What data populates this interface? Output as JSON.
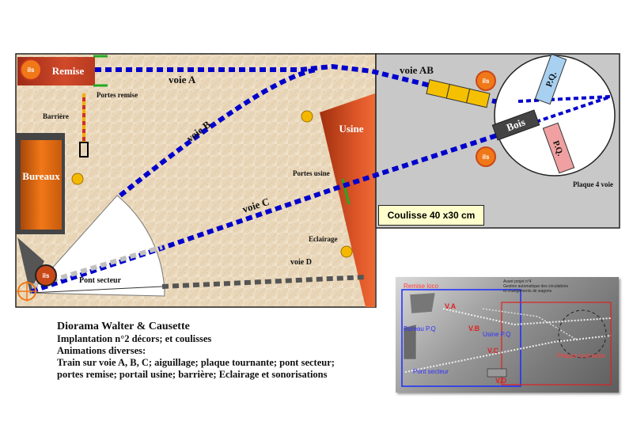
{
  "labels": {
    "remise": "Remise",
    "portes_remise": "Portes remise",
    "voie_a": "voie A",
    "voie_b": "voie B",
    "voie_c": "voie C",
    "voie_d": "voie D",
    "voie_ab": "voie AB",
    "barriere": "Barrière",
    "bureaux": "Bureaux",
    "usine": "Usine",
    "portes_usine": "Portes usine",
    "eclairage": "Eclairage",
    "pont_secteur": "Pont secteur",
    "bois": "Bois",
    "pq1": "P.Q.",
    "pq2": "P.Q.",
    "plaque": "Plaque 4 voie",
    "ils": "ils"
  },
  "coulisse": "Coulisse 40 x30 cm",
  "caption": {
    "title": "Diorama Walter & Causette",
    "line1": "Implantation  n°2  décors; et coulisses",
    "line2": "Animations diverses:",
    "line3": "Train sur voie A, B, C; aiguillage; plaque tournante; pont secteur;",
    "line4": "portes remise; portail usine; barrière; Eclairage et sonorisations"
  },
  "photo": {
    "note1": "Avant projet n°4",
    "note2": "Gestion automatique des circulations",
    "note3": "et changements de wagons",
    "remise_loco": "Remise loco",
    "bureau_pq": "Bureau P.Q",
    "usine_pq": "Usine P.Q",
    "pont_secteur": "Pont secteur",
    "plaque_tournante": "Plaque tournante",
    "va": "V.A",
    "vb": "V.B",
    "vc": "V.C",
    "vd": "V.D"
  },
  "colors": {
    "track_blue": "#0000cc",
    "track_grey": "#555555",
    "remise": "#c03820",
    "usine": "#c84818",
    "bureaux": "#d86010",
    "lamp": "#f5b800",
    "turntable_blue": "#a8d0f0",
    "turntable_pink": "#f0a0a0",
    "wagon": "#f5c000",
    "coulisse_bg": "#c8c8c8"
  }
}
